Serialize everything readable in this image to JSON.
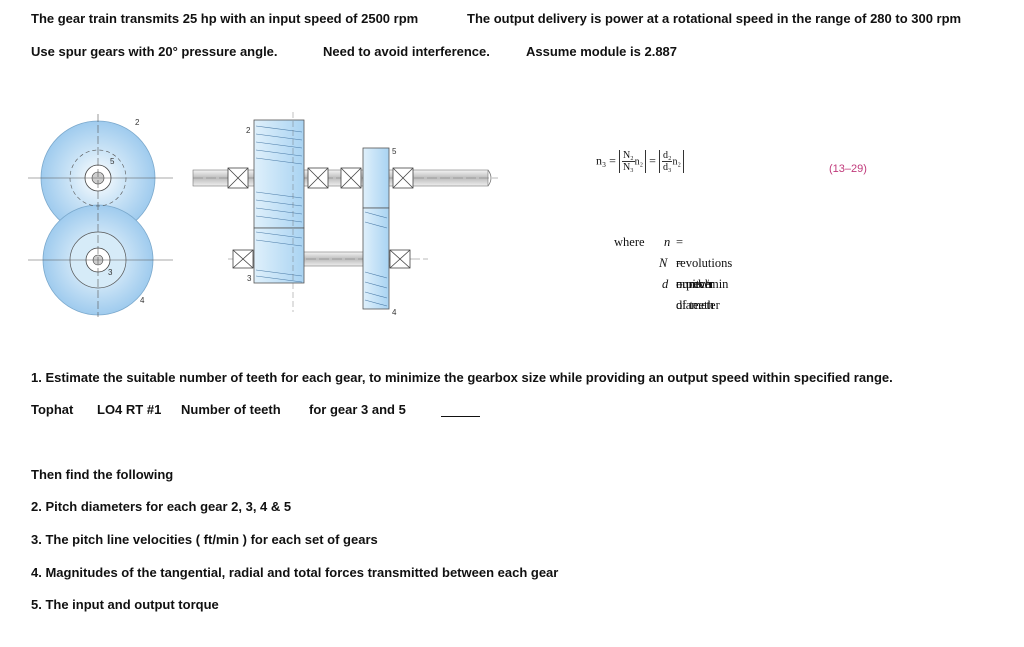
{
  "header": {
    "line1_a": "The gear train transmits 25 hp with an input speed of 2500 rpm",
    "line1_b": "The output delivery is power at a rotational speed in the range of 280 to 300 rpm",
    "line2_a": "Use spur gears with 20°  pressure angle.",
    "line2_b": "Need to avoid interference.",
    "line2_c": "Assume module is  2.887"
  },
  "figure": {
    "labels": {
      "g2_front": "2",
      "g5_front": "5",
      "g3_front": "3",
      "g4_front": "4",
      "g2_side": "2",
      "g5_side": "5",
      "g3_side": "3",
      "g4_side": "4"
    }
  },
  "equation": {
    "lhs": "n₃ =",
    "frac1_num": "N₂",
    "frac1_den": "N₃",
    "n_term": "n₂",
    "eq": "=",
    "frac2_num": "d₂",
    "frac2_den": "d₃",
    "n_term2": "n₂",
    "number": "(13–29)"
  },
  "where": {
    "label": "where",
    "items": [
      {
        "sym": "n",
        "def": "= revolutions or rev/min"
      },
      {
        "sym": "N",
        "def": "= number of teeth"
      },
      {
        "sym": "d",
        "def": "= pitch diameter"
      }
    ]
  },
  "questions": {
    "q1": "1.  Estimate the suitable number of teeth for each gear,  to minimize the gearbox size while providing an output speed within specified range.",
    "tophat_a": "Tophat",
    "tophat_b": "LO4  RT #1",
    "tophat_c": "Number of teeth",
    "tophat_d": "for gear  3 and 5",
    "then": "Then find the following",
    "q2": "2.  Pitch diameters for each gear    2, 3, 4 & 5",
    "q3": "3.  The pitch line velocities  ( ft/min ) for each set of gears",
    "q4": "4.  Magnitudes of the tangential, radial and total forces transmitted between each gear",
    "q5": "5.  The input and output  torque"
  }
}
